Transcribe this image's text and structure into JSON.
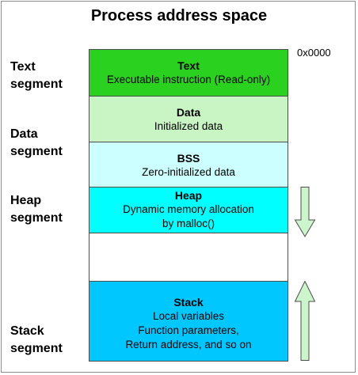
{
  "title": "Process address space",
  "address_label": "0x0000",
  "segment_labels": [
    {
      "line1": "Text",
      "line2": "segment"
    },
    {
      "line1": "Data",
      "line2": "segment"
    },
    {
      "line1": "Heap",
      "line2": "segment"
    },
    {
      "line1": "Stack",
      "line2": "segment"
    }
  ],
  "blocks": {
    "text": {
      "name": "Text",
      "lines": [
        "Executable instruction (Read-only)"
      ],
      "color": "#2ad21f"
    },
    "data": {
      "name": "Data",
      "lines": [
        "Initialized data"
      ],
      "color": "#c9f5c4"
    },
    "bss": {
      "name": "BSS",
      "lines": [
        "Zero-initialized data"
      ],
      "color": "#ccffff"
    },
    "heap": {
      "name": "Heap",
      "lines": [
        "Dynamic memory allocation",
        "by malloc()"
      ],
      "color": "#00ffff"
    },
    "free": {
      "color": "#ffffff"
    },
    "stack": {
      "name": "Stack",
      "lines": [
        "Local variables",
        "Function parameters,",
        "Return address, and so on"
      ],
      "color": "#00c8ff"
    }
  },
  "arrows": {
    "heap_direction": "down",
    "stack_direction": "up",
    "fill": "#ccf5cc",
    "stroke": "#4d4d4d"
  }
}
